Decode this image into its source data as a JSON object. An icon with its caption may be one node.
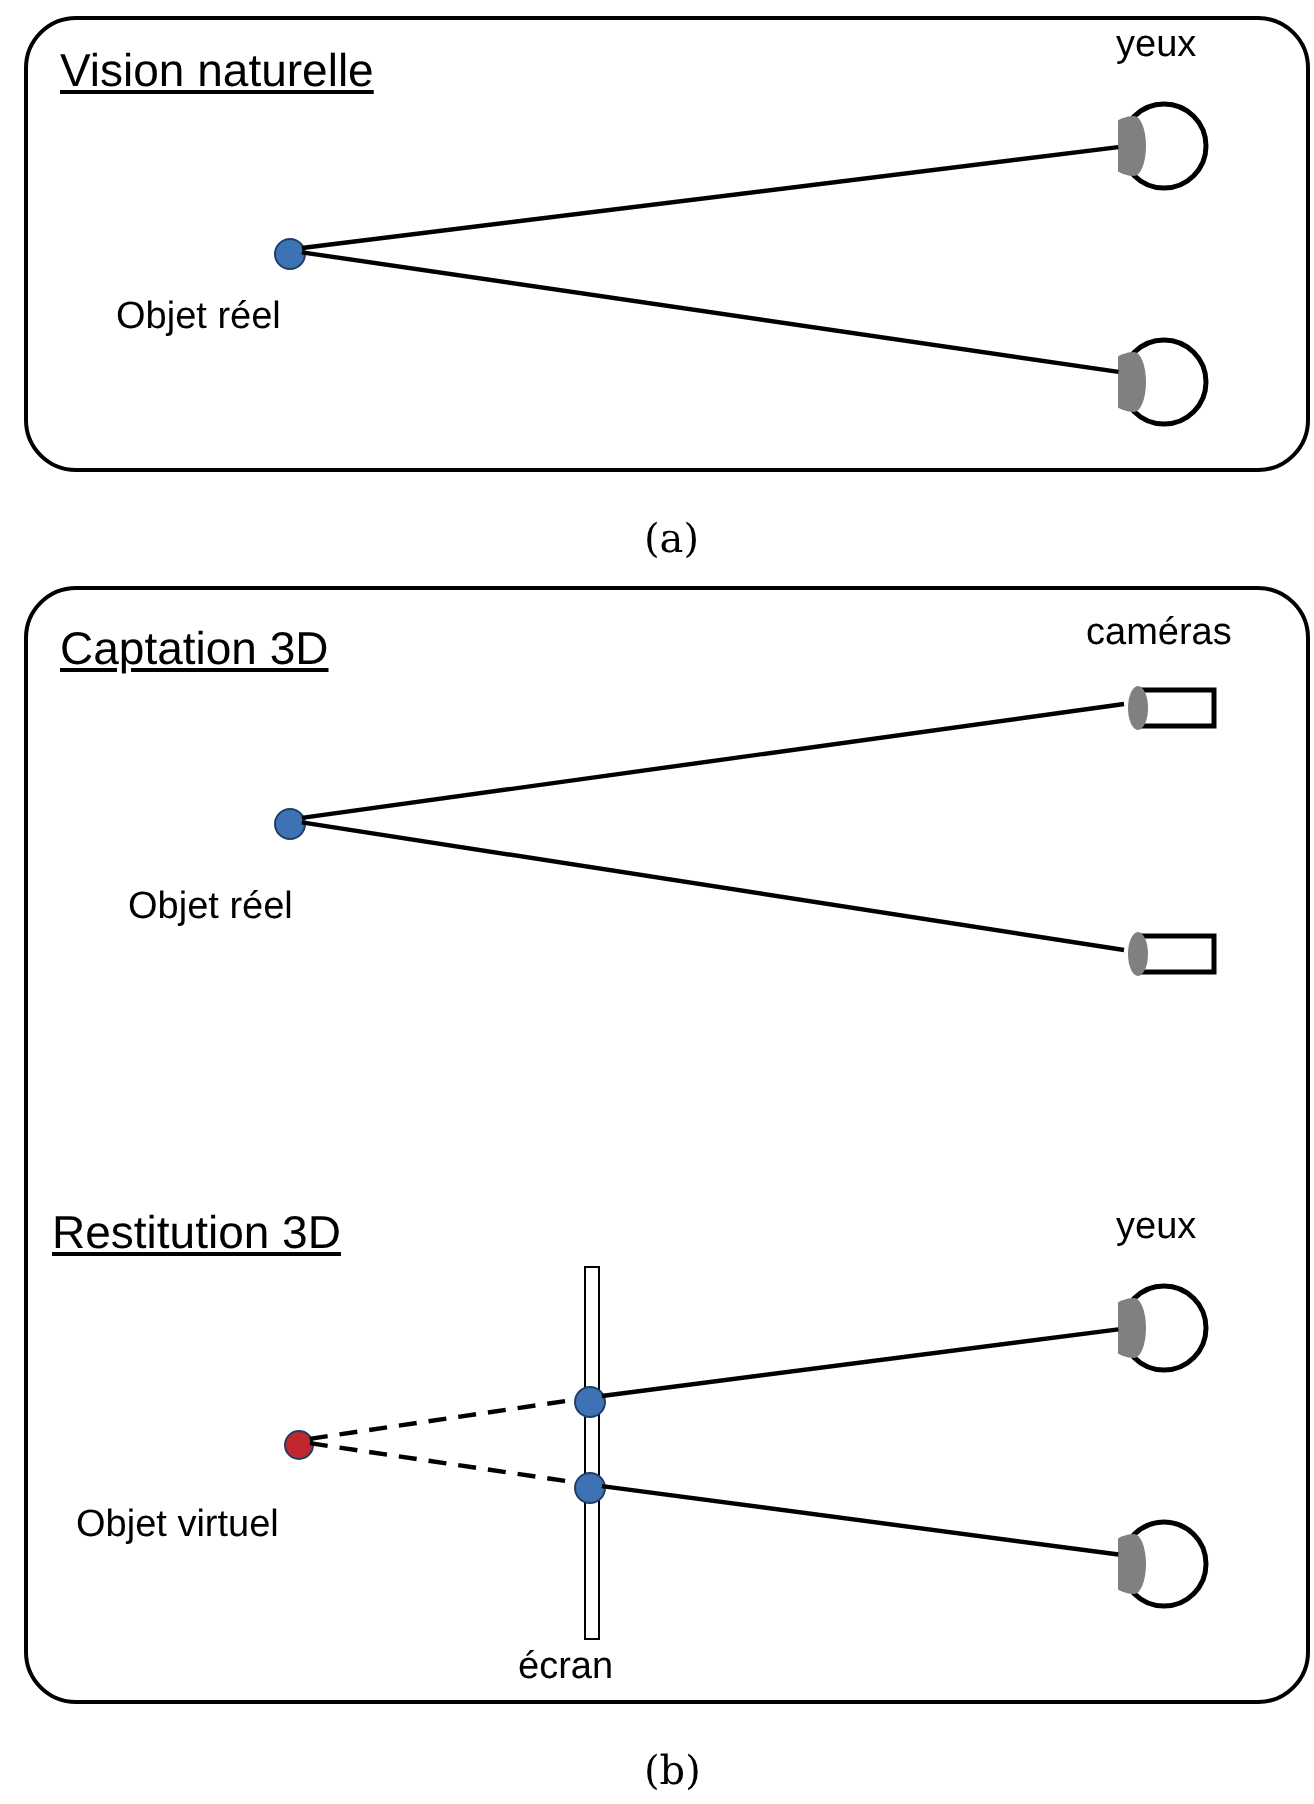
{
  "diagram": {
    "nodes": [
      {
        "text": [
          "Vision naturelle"
        ]
      },
      {
        "text": [],
        "shape": "circle",
        "in": 0,
        "beside": [
          "Objet réel"
        ]
      },
      {
        "text": [],
        "shape": "circle",
        "in": 0
      },
      {
        "text": [],
        "shape": "circle",
        "in": 0
      },
      {
        "text": [
          "Captation 3D",
          "Restitution 3D"
        ]
      },
      {
        "text": [],
        "shape": "circle",
        "in": 4,
        "beside": [
          "Objet réel"
        ]
      },
      {
        "text": [],
        "shape": "box",
        "in": 4
      },
      {
        "text": [],
        "shape": "box",
        "in": 4
      },
      {
        "text": [],
        "shape": "circle",
        "in": 4,
        "beside": [
          "Objet virtuel"
        ]
      },
      {
        "text": [],
        "shape": "bar",
        "in": 4,
        "beside": [
          "écran"
        ]
      },
      {
        "text": [],
        "shape": "circle",
        "in": 4
      },
      {
        "text": [],
        "shape": "circle",
        "in": 4
      },
      {
        "text": [],
        "shape": "circle",
        "in": 4
      },
      {
        "text": [],
        "shape": "circle",
        "in": 4
      }
    ],
    "edges": [
      {
        "from": 1,
        "to": 2,
        "arrow": "none"
      },
      {
        "from": 1,
        "to": 3,
        "arrow": "none"
      },
      {
        "from": 5,
        "to": 6,
        "arrow": "none"
      },
      {
        "from": 5,
        "to": 7,
        "arrow": "none"
      },
      {
        "from": 8,
        "to": 10,
        "arrow": "none",
        "style": "dashed"
      },
      {
        "from": 8,
        "to": 11,
        "arrow": "none",
        "style": "dashed"
      },
      {
        "from": 10,
        "to": 12,
        "arrow": "none"
      },
      {
        "from": 11,
        "to": 13,
        "arrow": "none"
      }
    ],
    "labels": [
      "yeux",
      "(a)",
      "caméras",
      "yeux",
      "(b)"
    ]
  }
}
